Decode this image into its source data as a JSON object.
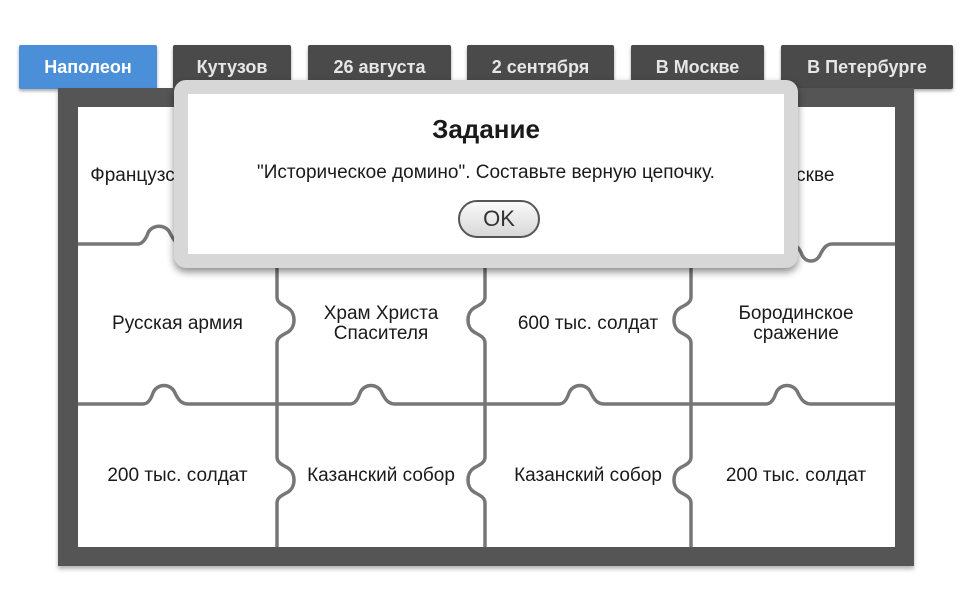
{
  "tabs": [
    {
      "label": "Наполеон",
      "active": true
    },
    {
      "label": "Кутузов",
      "active": false
    },
    {
      "label": "26 августа",
      "active": false
    },
    {
      "label": "2 сентября",
      "active": false
    },
    {
      "label": "В Москве",
      "active": false
    },
    {
      "label": "В Петербурге",
      "active": false
    }
  ],
  "puzzle": {
    "row1": [
      "Французская армия",
      "",
      "",
      "В Москве"
    ],
    "row2": [
      "Русская армия",
      "Храм Христа Спасителя",
      "600 тыс. солдат",
      "Бородинское сражение"
    ],
    "row3": [
      "200 тыс. солдат",
      "Казанский собор",
      "Казанский собор",
      "200 тыс. солдат"
    ]
  },
  "modal": {
    "title": "Задание",
    "text": "\"Историческое домино\". Составьте верную цепочку.",
    "ok_label": "OK"
  },
  "colors": {
    "active_tab": "#4a8fd8",
    "tab": "#4a4a4a",
    "board_frame": "#555555"
  }
}
